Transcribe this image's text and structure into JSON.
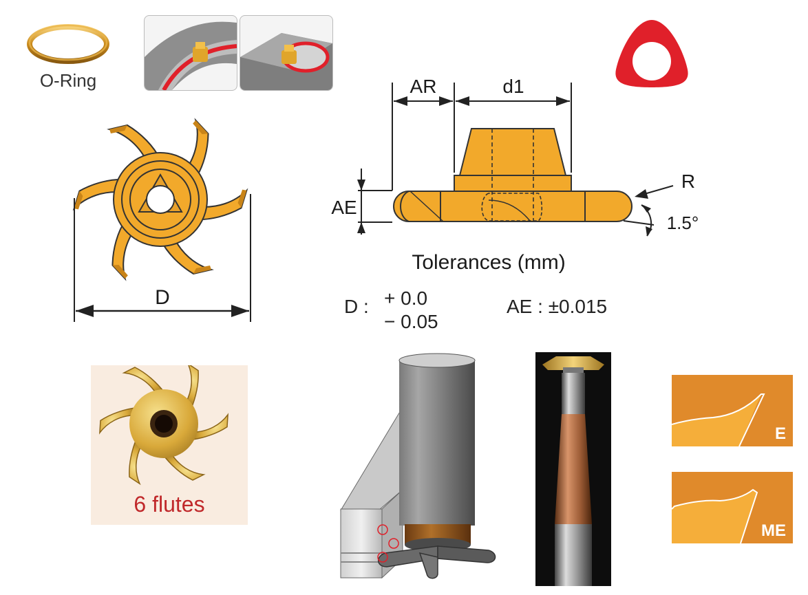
{
  "oring": {
    "label": "O-Ring"
  },
  "dimensions": {
    "ar": "AR",
    "d1": "d1",
    "r": "R",
    "ae": "AE",
    "angle": "1.5°",
    "d": "D"
  },
  "tolerances": {
    "title": "Tolerances (mm)",
    "d_label": "D :",
    "d_plus": "+ 0.0",
    "d_minus": "− 0.05",
    "ae": "AE : ±0.015"
  },
  "insert_photo": {
    "caption": "6 flutes"
  },
  "profiles": {
    "e_label": "E",
    "me_label": "ME"
  },
  "colors": {
    "gold": "#F2A92B",
    "gold_dark": "#C98418",
    "red": "#E0202A",
    "orange_panel": "#E08A2B",
    "caption_red": "#C0282A"
  }
}
